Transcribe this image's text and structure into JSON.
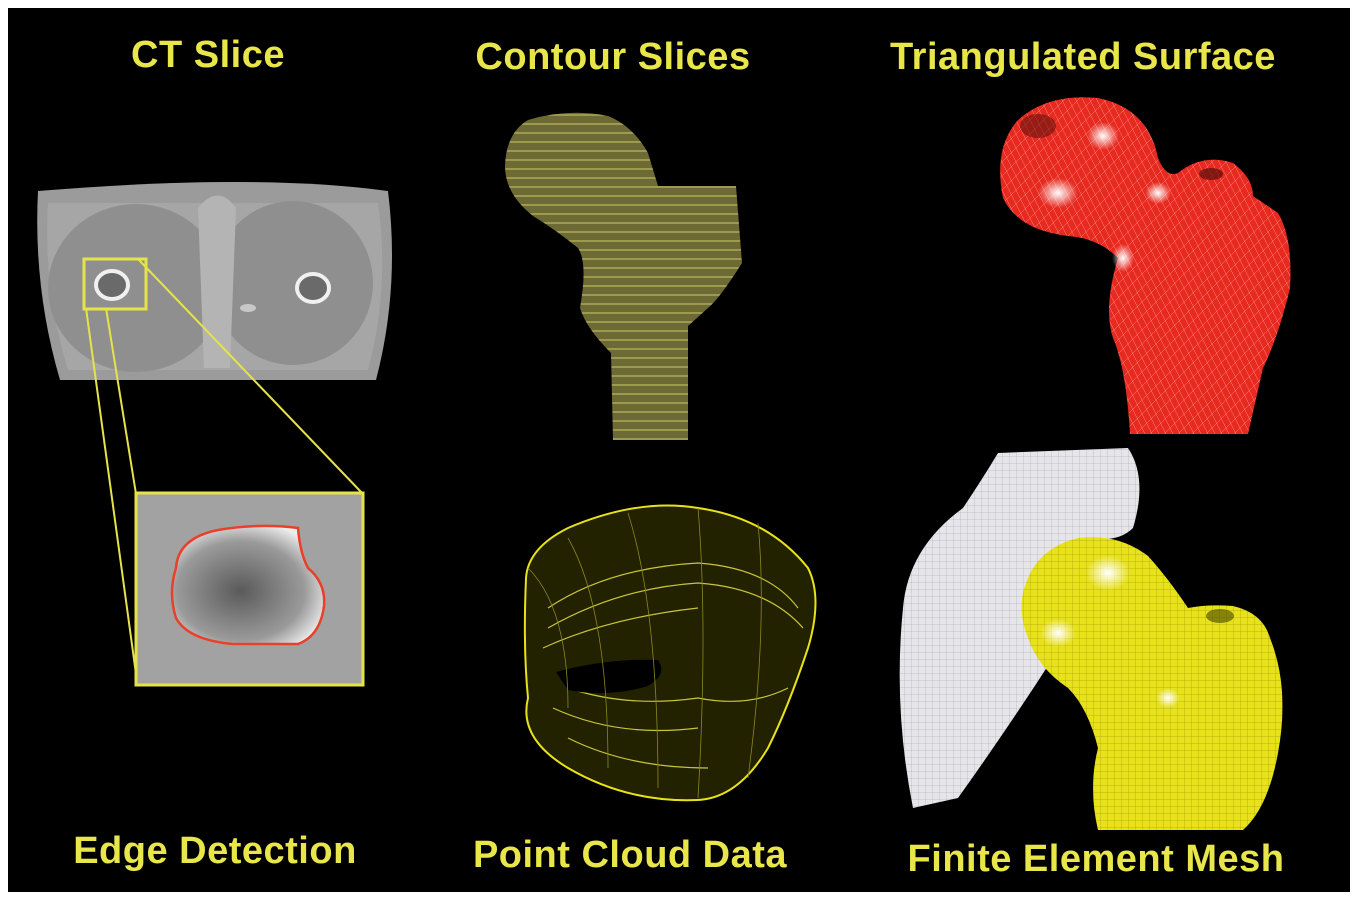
{
  "labels": {
    "ct_slice": "CT Slice",
    "contour_slices": "Contour Slices",
    "triangulated_surface": "Triangulated Surface",
    "edge_detection": "Edge Detection",
    "point_cloud_data": "Point Cloud Data",
    "finite_element_mesh": "Finite Element Mesh"
  },
  "colors": {
    "background": "#000000",
    "label": "#e9e64a",
    "highlight_box": "#e6e34a",
    "edge_outline": "#e8402a",
    "contour_fill": "#6d6a36",
    "contour_line": "#c9c86a",
    "surface_red": "#e62a20",
    "mesh_yellow": "#e8e21a",
    "mesh_white": "#e8e8ea"
  }
}
